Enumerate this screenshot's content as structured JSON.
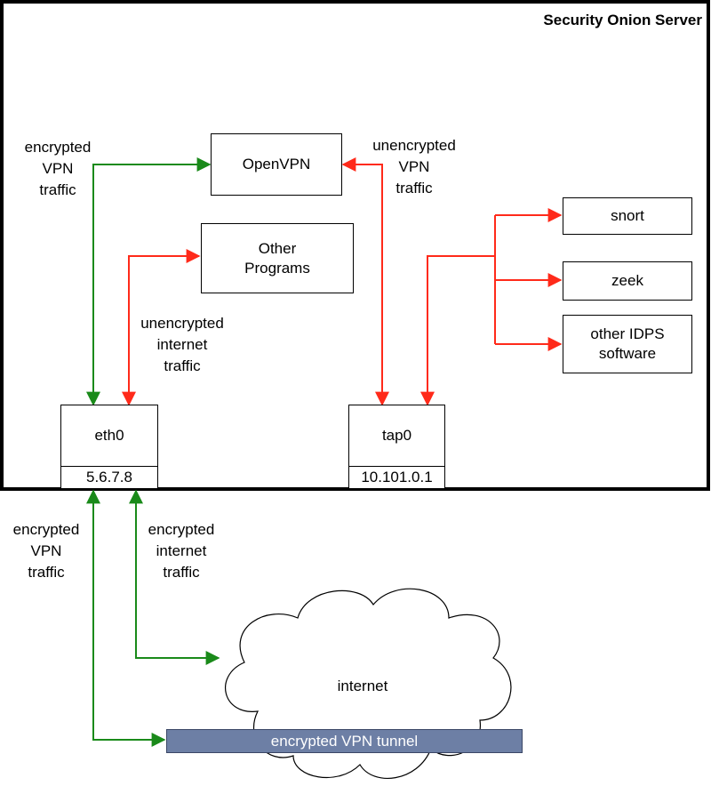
{
  "server": {
    "title": "Security Onion Server"
  },
  "boxes": {
    "openvpn": [
      "OpenVPN"
    ],
    "other_programs": [
      "Other",
      "Programs"
    ],
    "snort": [
      "snort"
    ],
    "zeek": [
      "zeek"
    ],
    "other_idps": [
      "other IDPS",
      "software"
    ]
  },
  "interfaces": {
    "eth0": {
      "name": "eth0",
      "ip": "5.6.7.8"
    },
    "tap0": {
      "name": "tap0",
      "ip": "10.101.0.1"
    }
  },
  "labels": {
    "encrypted_vpn_inner": [
      "encrypted",
      "VPN",
      "traffic"
    ],
    "unencrypted_vpn": [
      "unencrypted",
      "VPN",
      "traffic"
    ],
    "unencrypted_internet": [
      "unencrypted",
      "internet",
      "traffic"
    ],
    "encrypted_vpn_outer": [
      "encrypted",
      "VPN",
      "traffic"
    ],
    "encrypted_internet": [
      "encrypted",
      "internet",
      "traffic"
    ]
  },
  "cloud": {
    "label": "internet"
  },
  "tunnel": {
    "label": "encrypted VPN tunnel"
  },
  "colors": {
    "green": "#1a8a1a",
    "red": "#ff2a1a",
    "tunnel": "#6d7fa5"
  }
}
